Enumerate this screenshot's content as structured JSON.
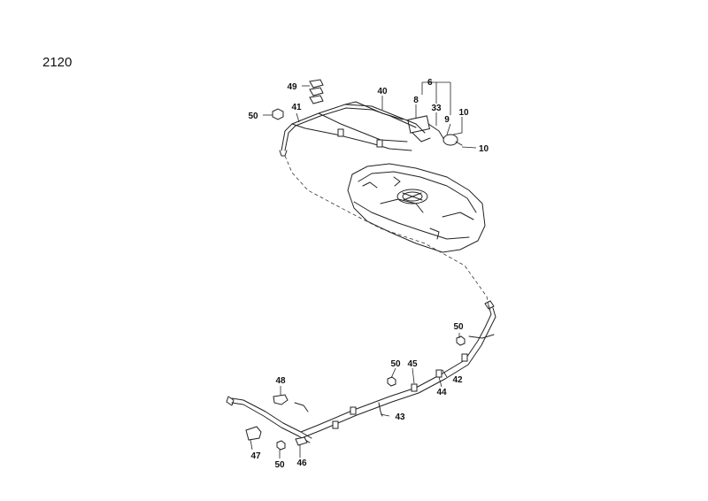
{
  "diagram": {
    "code": "2120",
    "callouts": {
      "c6": "6",
      "c8": "8",
      "c33": "33",
      "c9": "9",
      "c10a": "10",
      "c10b": "10",
      "c49": "49",
      "c40": "40",
      "c50a": "50",
      "c41": "41",
      "c50b": "50",
      "c50c": "50",
      "c45": "45",
      "c42": "42",
      "c44": "44",
      "c48": "48",
      "c43": "43",
      "c47": "47",
      "c50d": "50",
      "c46": "46"
    }
  }
}
